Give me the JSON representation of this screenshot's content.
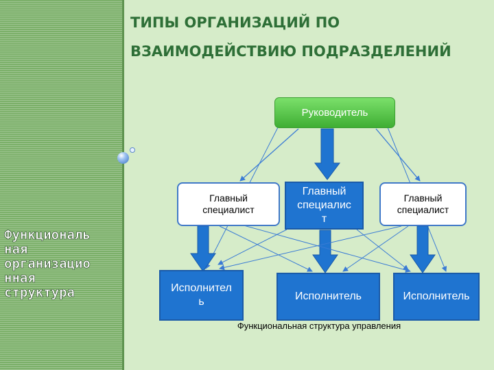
{
  "title": "ТИПЫ ОРГАНИЗАЦИЙ ПО\nВЗАИМОДЕЙСТВИЮ ПОДРАЗДЕЛЕНИЙ",
  "side_label": "Функциональ\nная\nорганизацио\nнная\nструктура",
  "diagram": {
    "leader": "Руководитель",
    "specialists": [
      "Главный\nспециалист",
      "Главный\nспециалис\nт",
      "Главный\nспециалист"
    ],
    "executors": [
      "Исполнител\nь",
      "Исполнитель",
      "Исполнитель"
    ],
    "caption": "Функциональная структура управления"
  },
  "colors": {
    "background": "#d6ecc9",
    "side_panel": "#7cb06a",
    "title": "#2e6f37",
    "leader_fill": "#4fc23f",
    "box_blue": "#1f74d0",
    "arrow_blue": "#3a7bd5"
  }
}
